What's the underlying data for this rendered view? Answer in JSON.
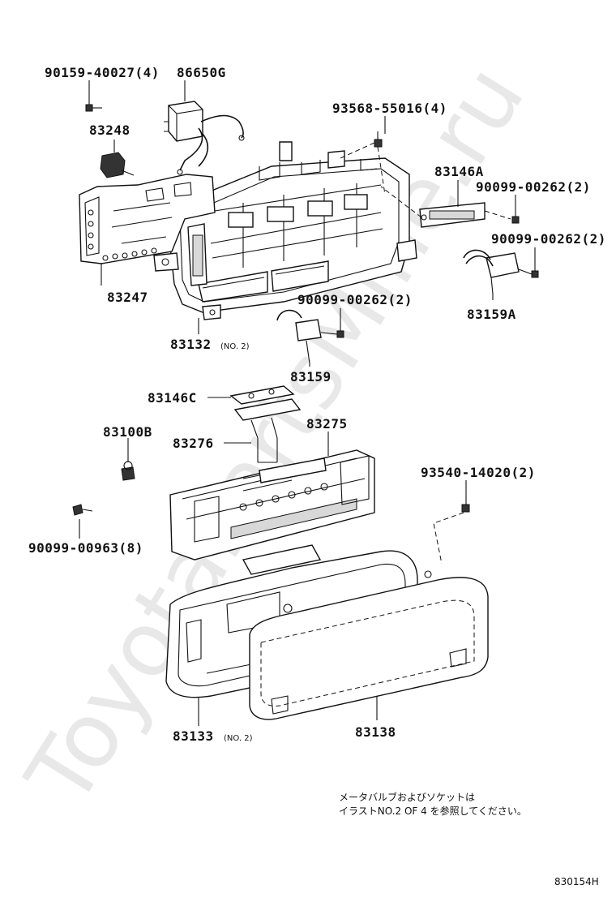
{
  "watermark": "ToyotaPartsMine.ru",
  "labels": {
    "p90159": "90159-40027(4)",
    "p86650G": "86650G",
    "p83248": "83248",
    "p93568": "93568-55016(4)",
    "p83146A": "83146A",
    "p90099a": "90099-00262(2)",
    "p90099b": "90099-00262(2)",
    "p83247": "83247",
    "p83159A": "83159A",
    "p90099c": "90099-00262(2)",
    "p83132": "83132",
    "p83132_note": "(NO. 2)",
    "p83159": "83159",
    "p83146C": "83146C",
    "p83100B": "83100B",
    "p83275": "83275",
    "p83276": "83276",
    "p93540": "93540-14020(2)",
    "p90099d": "90099-00963(8)",
    "p83133": "83133",
    "p83133_note": "(NO. 2)",
    "p83138": "83138"
  },
  "note": {
    "line1": "メータバルブおよびソケットは",
    "line2": "イラストNO.2 OF 4 を参照してください。"
  },
  "diagram_code": "830154H"
}
